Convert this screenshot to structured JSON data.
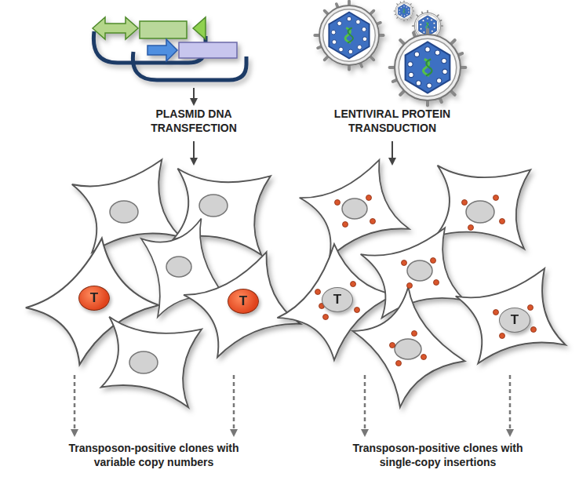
{
  "diagram": {
    "nodes": [
      {
        "text": [
          "T"
        ]
      },
      {
        "text": [
          "T"
        ]
      },
      {
        "text": [
          "T"
        ]
      },
      {
        "text": [
          "T"
        ]
      }
    ],
    "labels": [
      "PLASMID DNA TRANSFECTION",
      "LENTIVIRAL PROTEIN TRANSDUCTION",
      "Transposon-positive clones with variable copy numbers",
      "Transposon-positive clones with single-copy insertions"
    ]
  }
}
